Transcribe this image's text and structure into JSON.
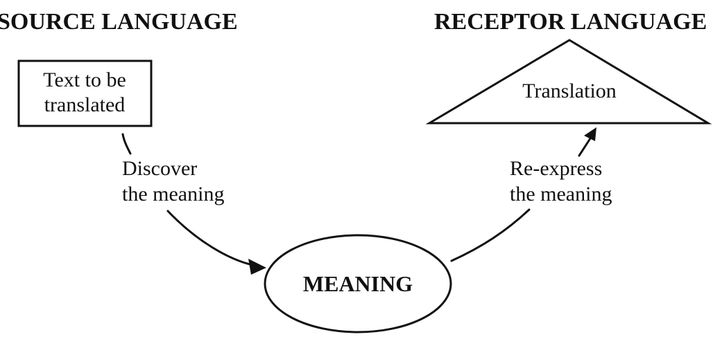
{
  "source": {
    "heading": "SOURCE LANGUAGE",
    "box_lines": [
      "Text to be",
      "translated"
    ]
  },
  "receptor": {
    "heading": "RECEPTOR LANGUAGE",
    "triangle_label": "Translation"
  },
  "steps": {
    "discover_lines": [
      "Discover",
      "the meaning"
    ],
    "reexpress_lines": [
      "Re-express",
      "the meaning"
    ]
  },
  "center": {
    "label": "MEANING"
  }
}
